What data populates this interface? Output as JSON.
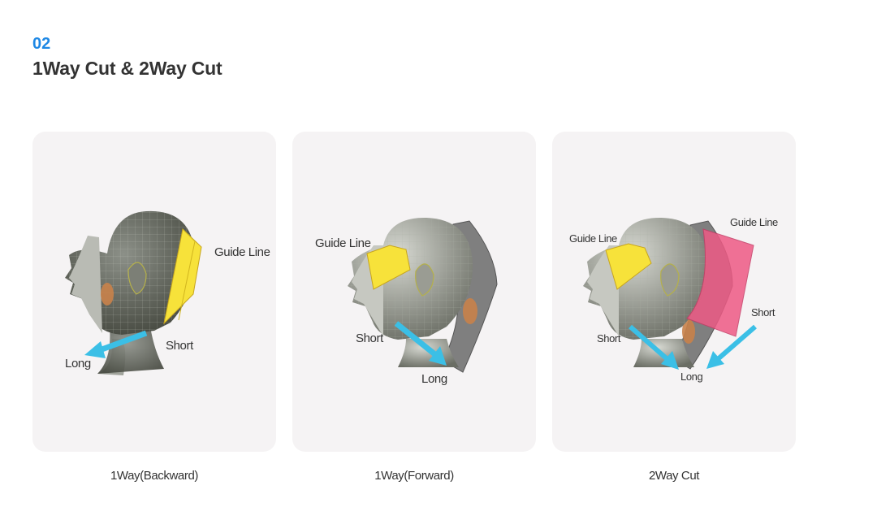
{
  "header": {
    "number": "02",
    "title": "1Way Cut & 2Way Cut"
  },
  "colors": {
    "accent": "#1e88e5",
    "guide_line": "#f7e23a",
    "direction_arrow": "#3bbfe6",
    "pink_section": "#ee5a85",
    "card_background": "#f5f3f4"
  },
  "cards": [
    {
      "caption": "1Way(Backward)",
      "labels": {
        "guide": "Guide Line",
        "short": "Short",
        "long": "Long"
      }
    },
    {
      "caption": "1Way(Forward)",
      "labels": {
        "guide": "Guide Line",
        "short": "Short",
        "long": "Long"
      }
    },
    {
      "caption": "2Way Cut",
      "labels": {
        "guide_left": "Guide Line",
        "guide_right": "Guide Line",
        "short_left": "Short",
        "short_right": "Short",
        "long": "Long"
      }
    }
  ]
}
